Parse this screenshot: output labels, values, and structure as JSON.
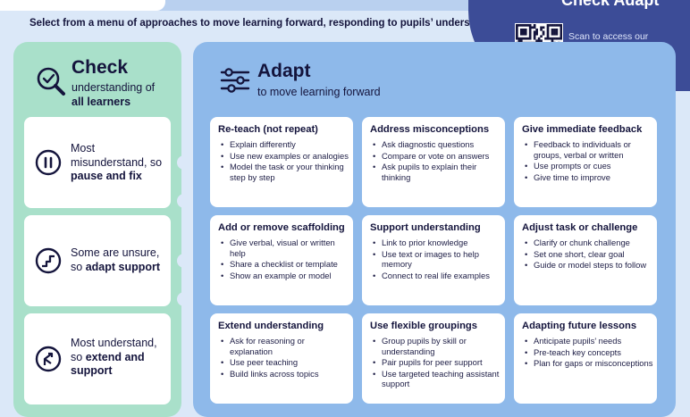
{
  "header": {
    "intro": "Select from a menu of approaches to move learning forward, responding to pupils’ understanding.",
    "top_title": "Check Adapt",
    "scan_text": "Scan to access our guidance on giving effective feedback"
  },
  "check": {
    "title": "Check",
    "subtitle_line1": "understanding of",
    "subtitle_line2": "all learners",
    "cards": [
      {
        "icon": "pause-icon",
        "lead": "Most misunderstand, so",
        "bold": "pause and fix"
      },
      {
        "icon": "steps-icon",
        "lead": "Some are unsure, so",
        "bold": "adapt support"
      },
      {
        "icon": "branch-arrow-icon",
        "lead": "Most understand, so",
        "bold": "extend and support"
      }
    ]
  },
  "adapt": {
    "title": "Adapt",
    "subtitle": "to move learning forward",
    "cards": [
      {
        "title": "Re-teach (not repeat)",
        "items": [
          "Explain differently",
          "Use new examples or analogies",
          "Model the task or your thinking step by step"
        ]
      },
      {
        "title": "Address misconceptions",
        "items": [
          "Ask diagnostic questions",
          "Compare or vote on answers",
          "Ask pupils to explain their thinking"
        ]
      },
      {
        "title": "Give immediate feedback",
        "items": [
          "Feedback to individuals or groups, verbal or written",
          "Use prompts or cues",
          "Give time to improve"
        ]
      },
      {
        "title": "Add or remove scaffolding",
        "items": [
          "Give verbal, visual or written help",
          "Share a checklist or template",
          "Show an example or model"
        ]
      },
      {
        "title": "Support understanding",
        "items": [
          "Link to prior knowledge",
          "Use text or images to help memory",
          "Connect to real life examples"
        ]
      },
      {
        "title": "Adjust task or challenge",
        "items": [
          "Clarify or chunk challenge",
          "Set one short, clear goal",
          "Guide or model steps to follow"
        ]
      },
      {
        "title": "Extend understanding",
        "items": [
          "Ask for reasoning or explanation",
          "Use peer teaching",
          "Build links across topics"
        ]
      },
      {
        "title": "Use flexible groupings",
        "items": [
          "Group pupils by skill or understanding",
          "Pair pupils for peer support",
          "Use targeted teaching assistant support"
        ]
      },
      {
        "title": "Adapting future lessons",
        "items": [
          "Anticipate pupils’ needs",
          "Pre-teach key concepts",
          "Plan for gaps or misconceptions"
        ]
      }
    ]
  },
  "colors": {
    "navy": "#14143c",
    "check_panel": "#a9e0ca",
    "adapt_panel": "#8eb9ea",
    "qr_panel": "#3c4c97",
    "page_bg": "#dbe8f8"
  }
}
